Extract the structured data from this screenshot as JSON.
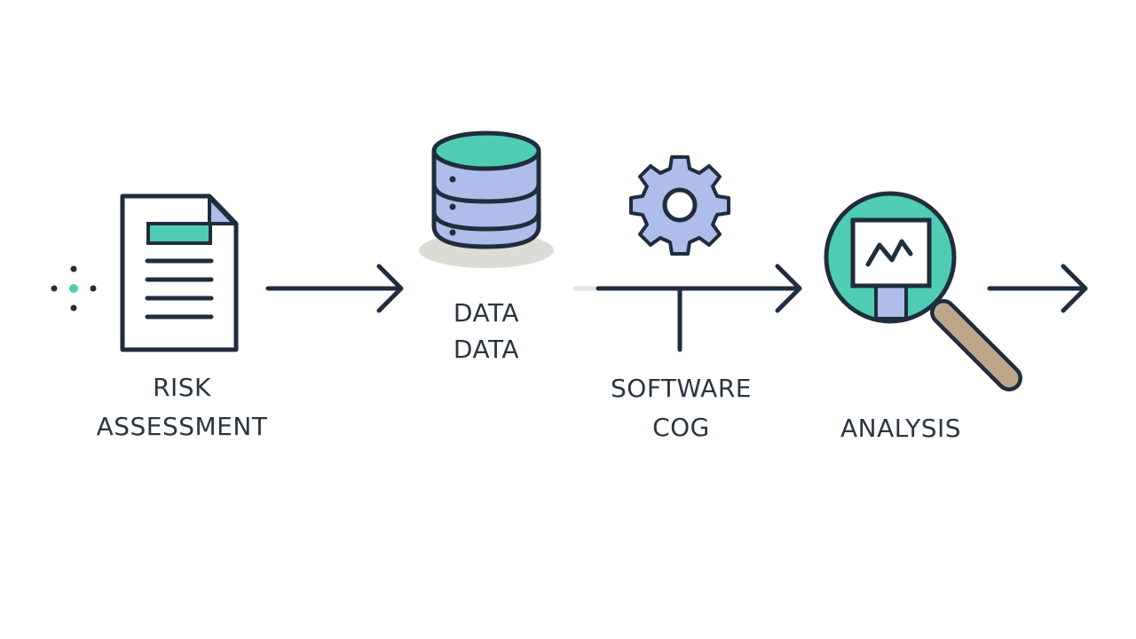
{
  "colors": {
    "outline": "#1f2d3d",
    "teal": "#4fcdb3",
    "lavender": "#aebde9",
    "shadow": "#dcdcd6",
    "handle": "#bca78a",
    "text": "#2b3441"
  },
  "steps": [
    {
      "id": "risk",
      "icon": "document-icon",
      "lines": [
        "RISK",
        "ASSESSMENT"
      ]
    },
    {
      "id": "data",
      "icon": "database-icon",
      "lines": [
        "DATA",
        "DATA"
      ]
    },
    {
      "id": "software",
      "icon": "gear-icon",
      "lines": [
        "SOFTWARE",
        "COG"
      ]
    },
    {
      "id": "analysis",
      "icon": "magnifier-chart-icon",
      "lines": [
        "ANALYSIS"
      ]
    }
  ]
}
